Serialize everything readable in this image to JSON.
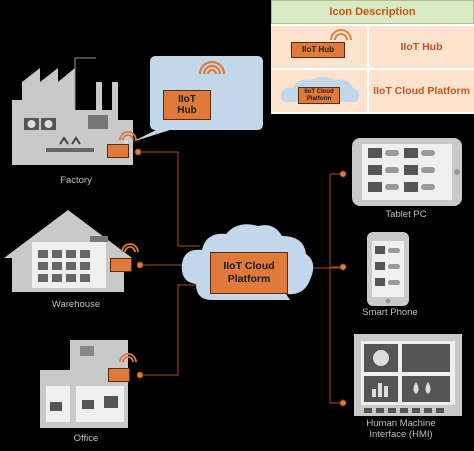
{
  "legend": {
    "title": "Icon Description",
    "row1_label": "IIoT Hub",
    "row1_icon_text": "IIoT Hub",
    "row2_label": "IIoT Cloud Platform",
    "row2_icon_text_line1": "IIoT Cloud",
    "row2_icon_text_line2": "Platform"
  },
  "hub_callout": {
    "line1": "IIoT",
    "line2": "Hub"
  },
  "cloud": {
    "line1": "IIoT Cloud",
    "line2": "Platform"
  },
  "sites": {
    "factory": "Factory",
    "warehouse": "Warehouse",
    "office": "Office"
  },
  "devices": {
    "tablet": "Tablet PC",
    "phone": "Smart Phone",
    "hmi_line1": "Human Machine",
    "hmi_line2": "Interface (HMI)"
  },
  "colors": {
    "accent": "#e07a3a",
    "line": "#c8551b",
    "legend_header": "#d8e9c3",
    "legend_cell": "#fbe3cf",
    "building_gray": "#c6c6c6"
  }
}
